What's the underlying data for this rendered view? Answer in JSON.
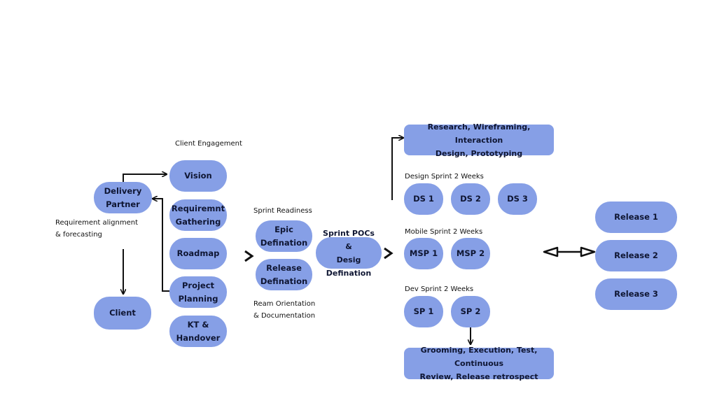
{
  "labels": {
    "client_engagement": "Client Engagement",
    "requirement_alignment": "Requirement alignment\n& forecasting",
    "sprint_readiness": "Sprint Readiness",
    "ream_orientation": "Ream Orientation\n& Documentation",
    "design_sprint": "Design Sprint 2 Weeks",
    "mobile_sprint": "Mobile Sprint 2 Weeks",
    "dev_sprint": "Dev Sprint 2 Weeks"
  },
  "nodes": {
    "delivery_partner": "Delivery\nPartner",
    "client": "Client",
    "vision": "Vision",
    "requirement_gathering": "Requiremnt\nGathering",
    "roadmap": "Roadmap",
    "project_planning": "Project\nPlanning",
    "kt_handover": "KT &\nHandover",
    "epic_definition": "Epic\nDefination",
    "release_definition": "Release\nDefination",
    "sprint_pocs": "Sprint POCs &\nDesig Defination",
    "research": "Research, Wireframing, Interaction\nDesign, Prototyping",
    "ds1": "DS 1",
    "ds2": "DS 2",
    "ds3": "DS 3",
    "msp1": "MSP 1",
    "msp2": "MSP 2",
    "sp1": "SP 1",
    "sp2": "SP 2",
    "grooming": "Grooming, Execution, Test, Continuous\nReview, Release retrospect",
    "release1": "Release 1",
    "release2": "Release 2",
    "release3": "Release 3"
  },
  "colors": {
    "node_fill": "#869fe6",
    "node_text": "#0f1633",
    "line": "#111111"
  }
}
